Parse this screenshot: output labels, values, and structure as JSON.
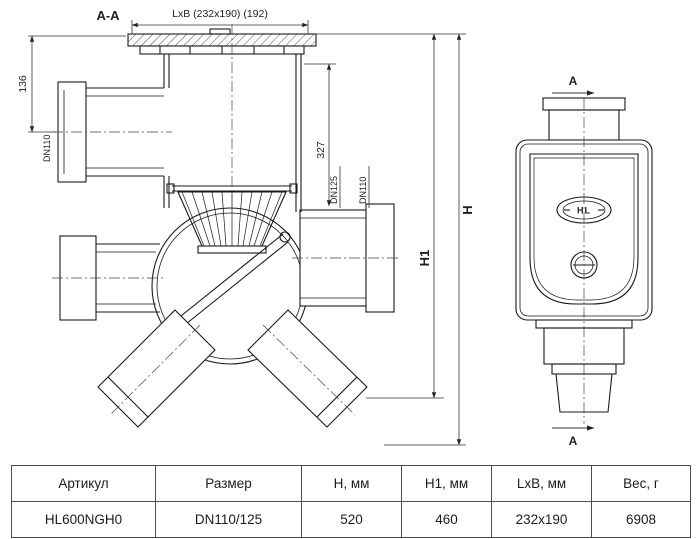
{
  "section_view": {
    "label": "А-А",
    "dim_top": "LxB (232x190) (192)",
    "dim_136": "136",
    "dn110_inlet": "DN110",
    "dim_327": "327",
    "dn125_outlet": "DN125",
    "dn110_outlet": "DN110",
    "dim_h": "H",
    "dim_h1": "H1"
  },
  "front_view": {
    "cut_label_top": "А",
    "cut_label_bottom": "А",
    "logo": "HL"
  },
  "table": {
    "headers": [
      "Артикул",
      "Размер",
      "H, мм",
      "H1, мм",
      "LxB, мм",
      "Вес, г"
    ],
    "row": [
      "HL600NGH0",
      "DN110/125",
      "520",
      "460",
      "232x190",
      "6908"
    ]
  }
}
